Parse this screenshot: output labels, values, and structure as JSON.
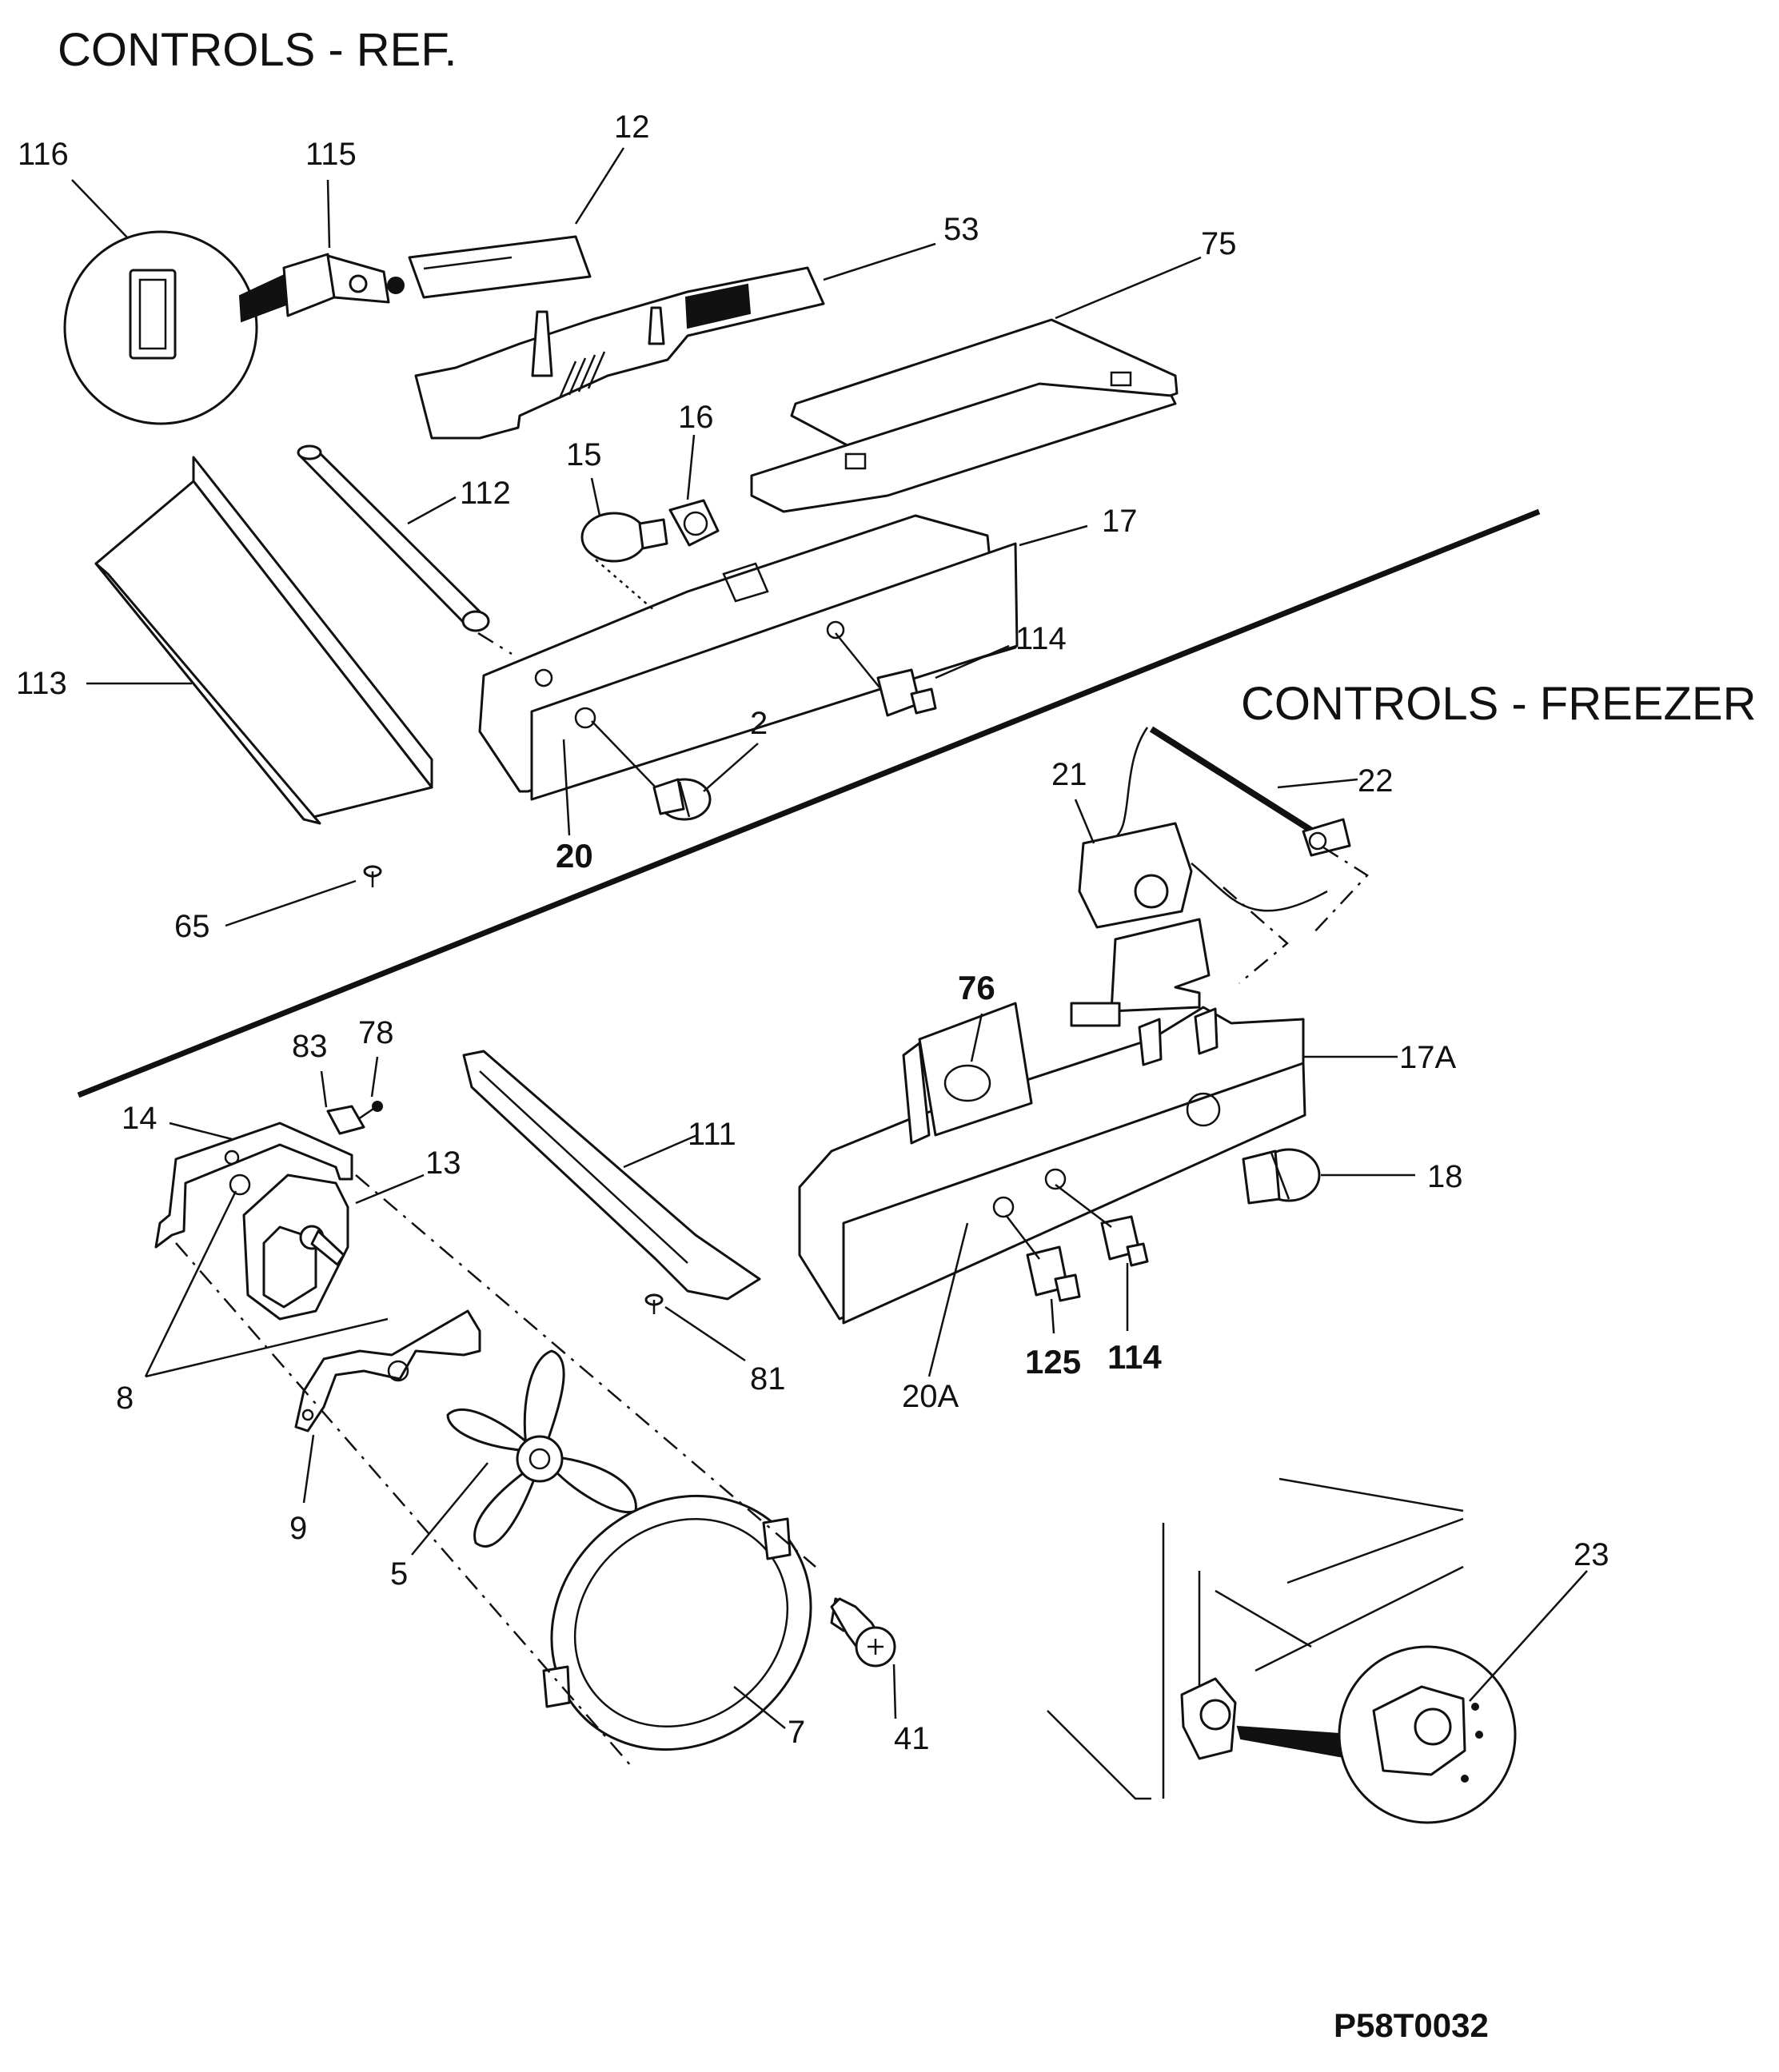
{
  "title_ref": "CONTROLS - REF.",
  "title_freezer": "CONTROLS - FREEZER",
  "drawing_code": "P58T0032",
  "callouts": {
    "c116": "116",
    "c115": "115",
    "c12": "12",
    "c53": "53",
    "c75": "75",
    "c16": "16",
    "c15": "15",
    "c112": "112",
    "c17": "17",
    "c114a": "114",
    "c113": "113",
    "c2": "2",
    "c20": "20",
    "c65": "65",
    "c21": "21",
    "c22": "22",
    "c76": "76",
    "c17A": "17A",
    "c18": "18",
    "c111": "111",
    "c81": "81",
    "c125": "125",
    "c114b": "114",
    "c20A": "20A",
    "c83": "83",
    "c78": "78",
    "c14": "14",
    "c13": "13",
    "c8": "8",
    "c9": "9",
    "c5": "5",
    "c7": "7",
    "c41": "41",
    "c23": "23"
  }
}
